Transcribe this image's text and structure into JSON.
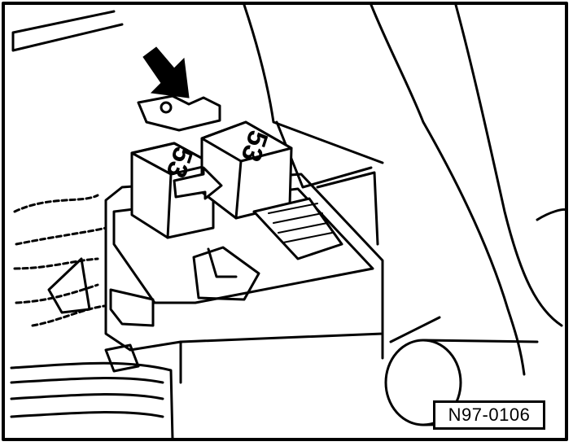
{
  "figure": {
    "reference_code": "N97-0106",
    "relay_labels": [
      "53",
      "53"
    ],
    "icons": {
      "pointer": "arrow-down-right-icon",
      "pinch": "installation-arrow-icon"
    },
    "colors": {
      "ink": "#000000",
      "paper": "#ffffff"
    }
  }
}
